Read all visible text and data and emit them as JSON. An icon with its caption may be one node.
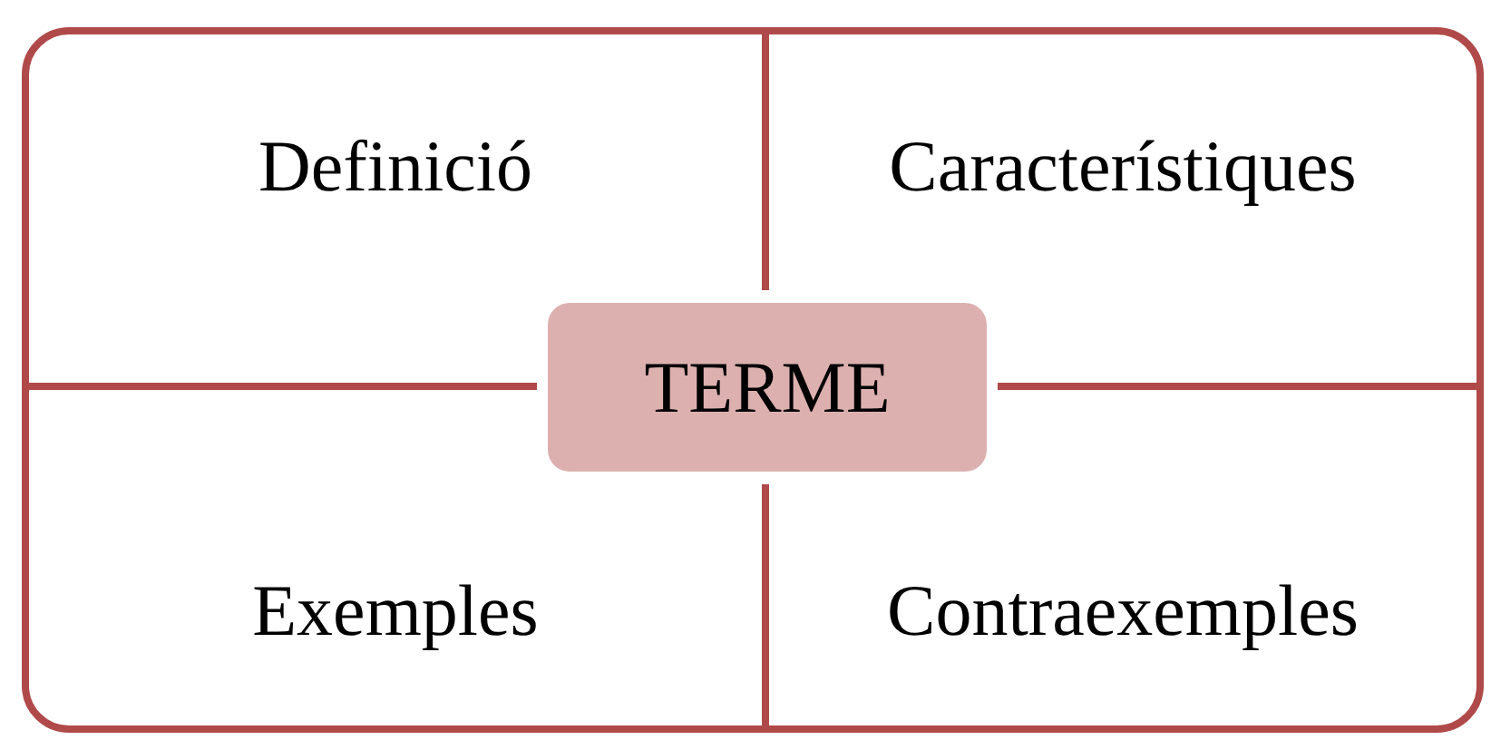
{
  "diagram": {
    "nodes": [
      {
        "text": [],
        "shape": "box"
      },
      {
        "text": [
          "Definició"
        ],
        "in": 0
      },
      {
        "text": [
          "Característiques"
        ],
        "in": 0
      },
      {
        "text": [
          "Exemples"
        ],
        "in": 0
      },
      {
        "text": [
          "Contraexemples"
        ],
        "in": 0
      },
      {
        "text": [
          "TERME"
        ],
        "in": 0
      }
    ]
  }
}
